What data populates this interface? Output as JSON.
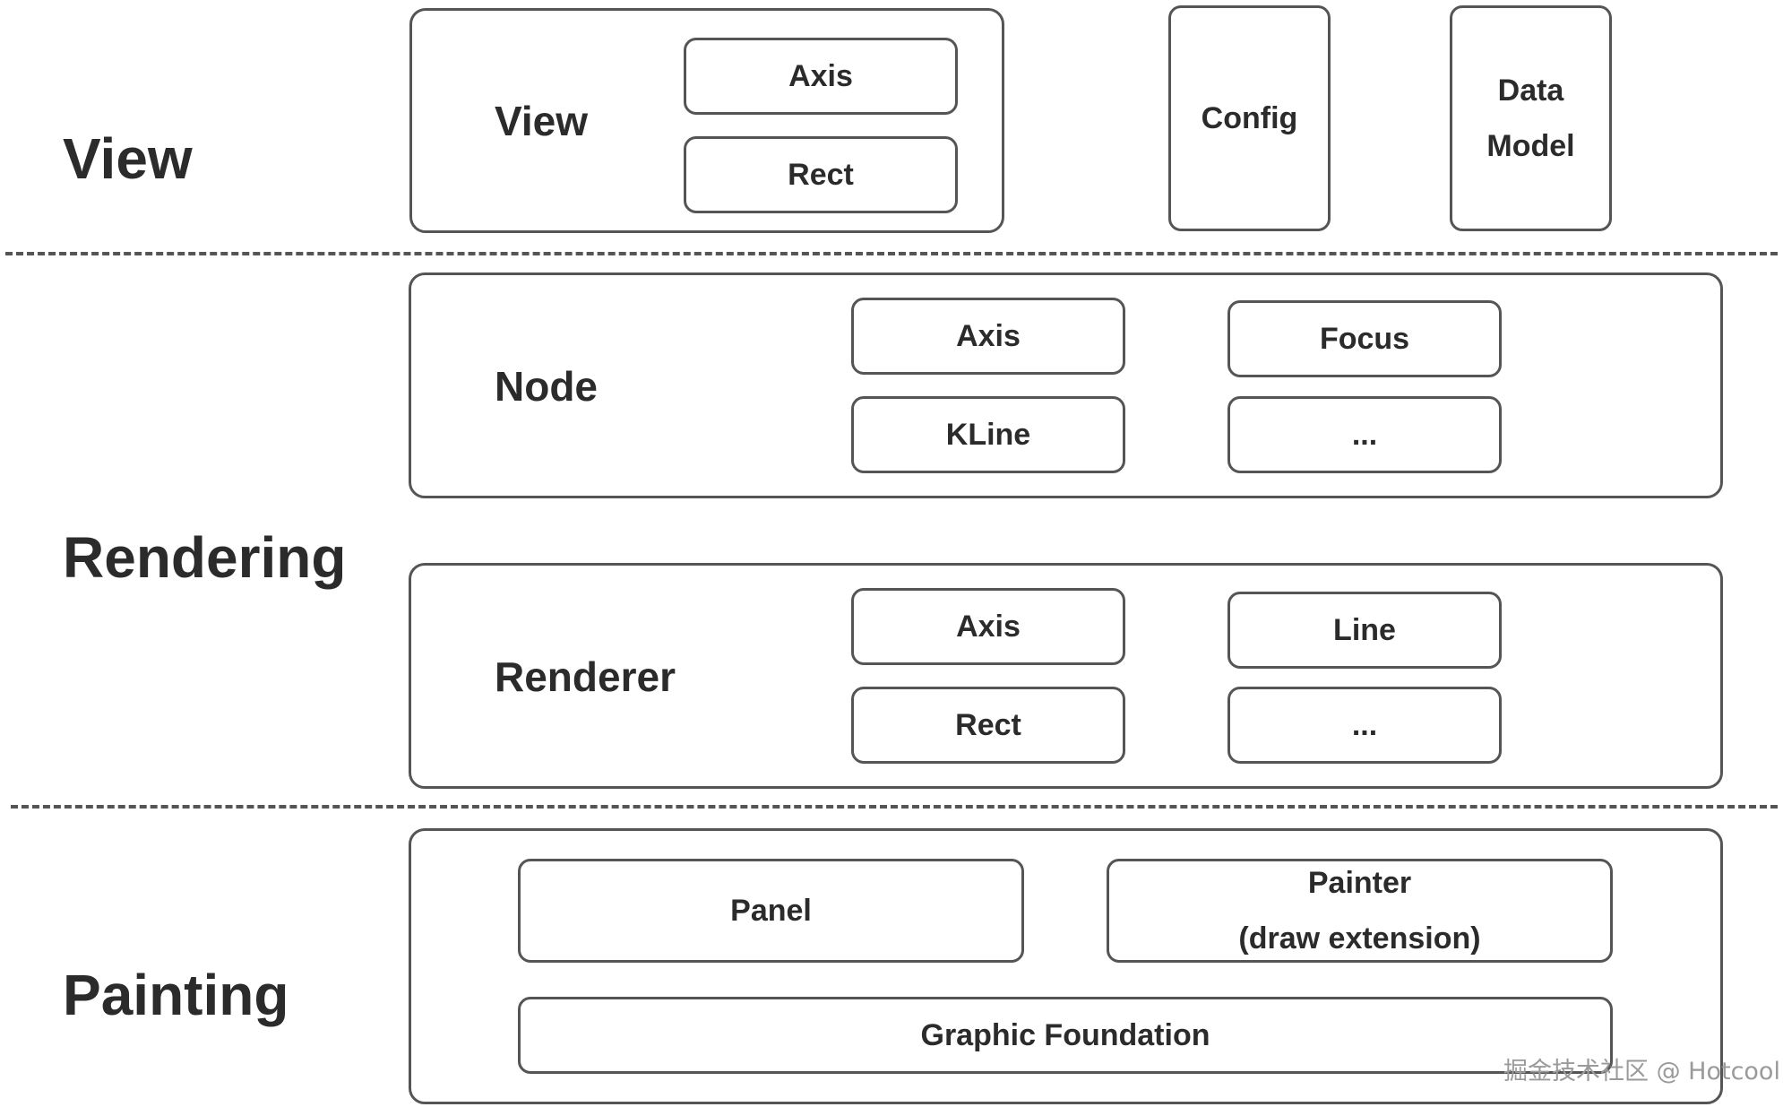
{
  "layers": {
    "view": "View",
    "rendering": "Rendering",
    "painting": "Painting"
  },
  "view_box": {
    "title": "View",
    "items": [
      "Axis",
      "Rect"
    ]
  },
  "config_box": {
    "label": "Config"
  },
  "data_model_box": {
    "line1": "Data",
    "line2": "Model"
  },
  "node_box": {
    "title": "Node",
    "items": [
      "Axis",
      "KLine",
      "Focus",
      "..."
    ]
  },
  "renderer_box": {
    "title": "Renderer",
    "items": [
      "Axis",
      "Rect",
      "Line",
      "..."
    ]
  },
  "painting_box": {
    "panel": "Panel",
    "painter_line1": "Painter",
    "painter_line2": "(draw extension)",
    "foundation": "Graphic Foundation"
  },
  "watermark": "掘金技术社区 @ Hotcool",
  "colors": {
    "stroke": "#555555",
    "text": "#2b2b2b",
    "background": "#ffffff",
    "watermark": "#9a9a9a"
  }
}
